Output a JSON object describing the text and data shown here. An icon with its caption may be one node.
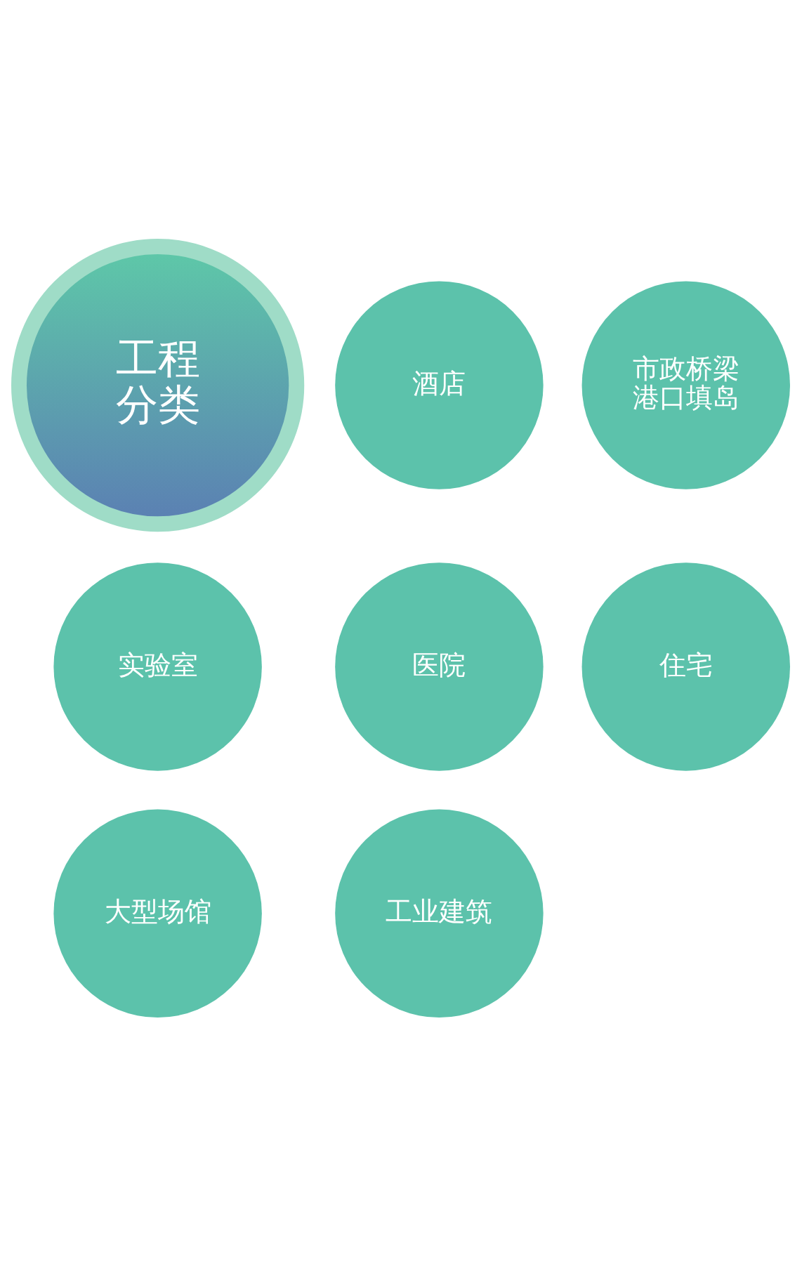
{
  "diagram": {
    "nodes": [
      {
        "text": [
          "实验室"
        ]
      },
      {
        "text": [
          "大型场馆"
        ]
      },
      {
        "text": [
          "酒店"
        ]
      },
      {
        "text": [
          "医院"
        ]
      },
      {
        "text": [
          "工程分类"
        ]
      },
      {
        "text": [
          "工业建筑"
        ]
      },
      {
        "text": [
          "市政桥梁港口填岛"
        ]
      },
      {
        "text": [
          "住宅"
        ]
      }
    ]
  }
}
